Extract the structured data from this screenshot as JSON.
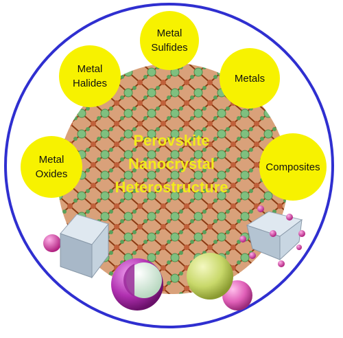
{
  "center_label": "Perovskite\nNanocrystal\nHeterostructure",
  "bubbles": {
    "metal_sulfides": "Metal\nSulfides",
    "metal_halides": "Metal\nHalides",
    "metals": "Metals",
    "metal_oxides": "Metal\nOxides",
    "composites": "Composites"
  },
  "colors": {
    "ring": "#2f2fd0",
    "bubble": "#f7f200",
    "label": "#f2ec1a",
    "lattice_bg": "#d6a07a",
    "atom_green": "#6fb36f",
    "bond_brown": "#8b3a12",
    "cube": "#b8c8d8",
    "sphere_magenta": "#c040c0",
    "sphere_yellowgreen": "#c8d86a",
    "sphere_pink": "#e060b8"
  }
}
